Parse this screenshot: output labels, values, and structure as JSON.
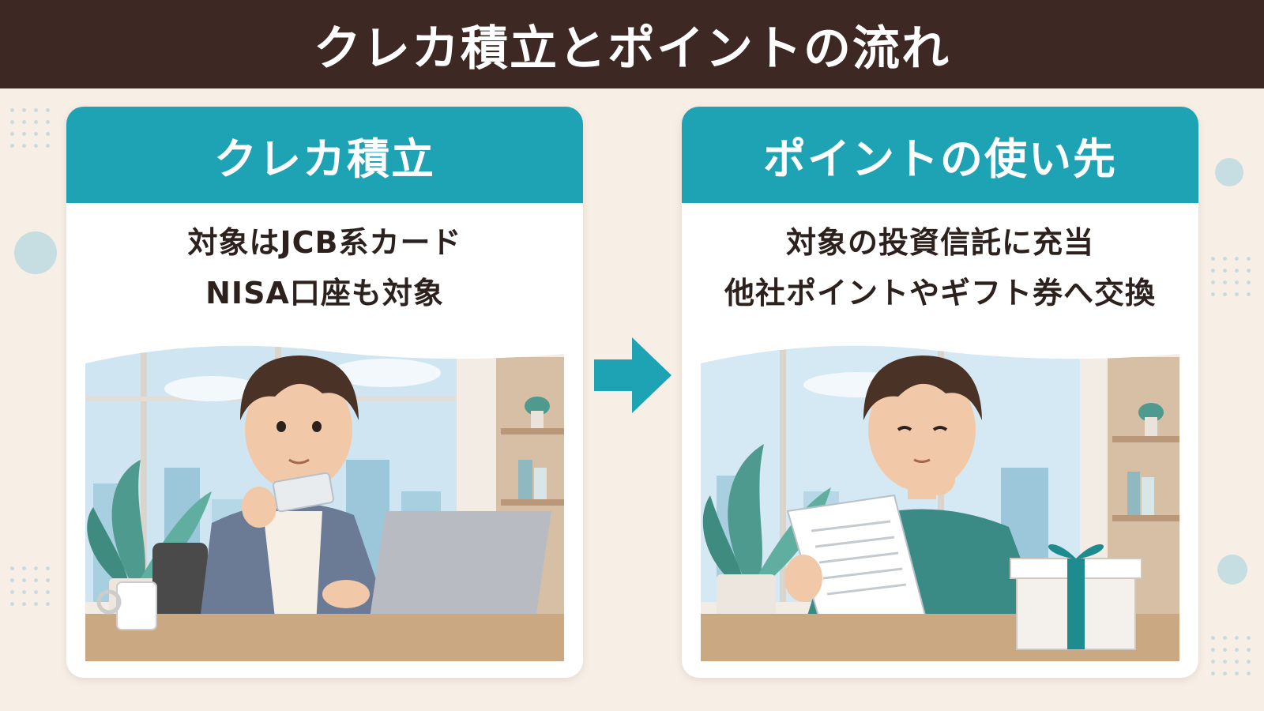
{
  "title": "クレカ積立とポイントの流れ",
  "colors": {
    "title_bar": "#3d2823",
    "accent": "#1ea3b4",
    "background": "#f7efe6",
    "text": "#2c211d"
  },
  "left_card": {
    "header": "クレカ積立",
    "lines": [
      "対象はJCB系カード",
      "NISA口座も対象"
    ],
    "illustration": "man-holding-card-at-laptop"
  },
  "right_card": {
    "header": "ポイントの使い先",
    "lines": [
      "対象の投資信託に充当",
      "他社ポイントやギフト券へ交換"
    ],
    "illustration": "man-reading-document-with-gift-box"
  },
  "arrow_icon": "arrow-right-icon"
}
